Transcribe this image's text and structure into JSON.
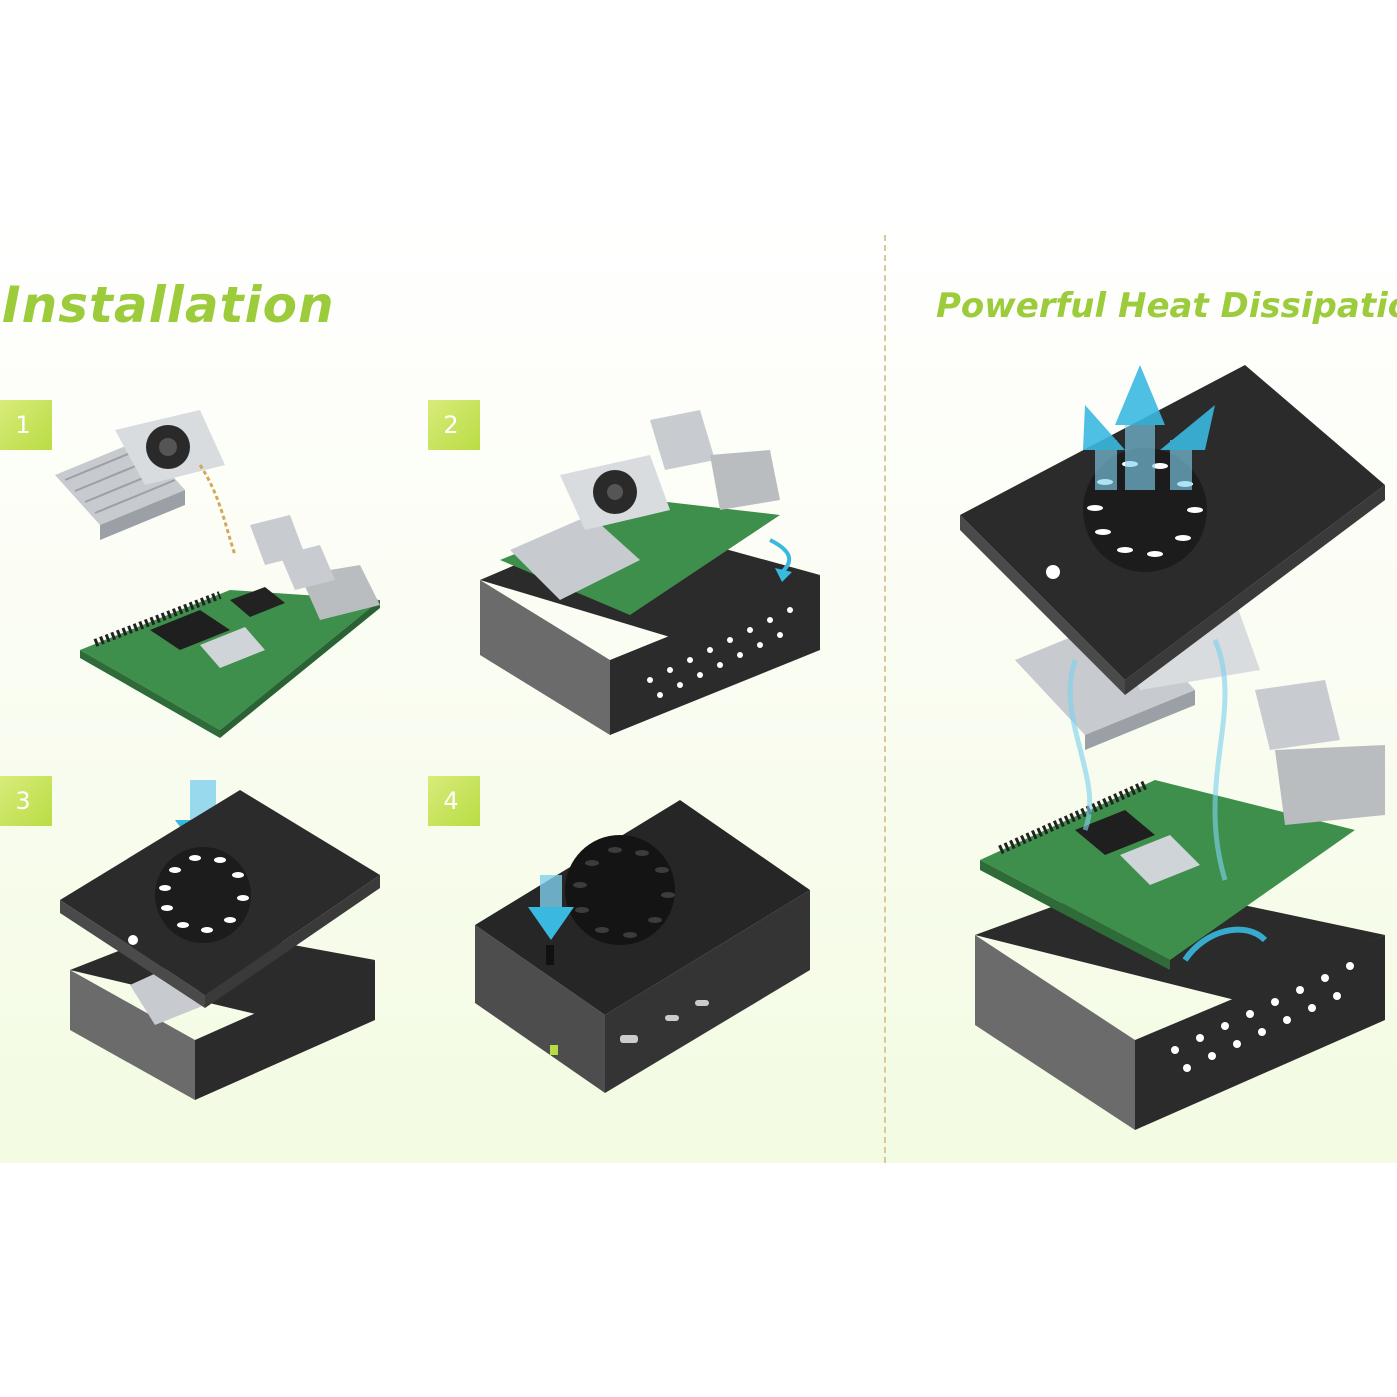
{
  "titles": {
    "installation": "Installation",
    "heat": "Powerful Heat Dissipation"
  },
  "steps": [
    {
      "number": "1"
    },
    {
      "number": "2"
    },
    {
      "number": "3"
    },
    {
      "number": "4"
    }
  ],
  "colors": {
    "accent_green": "#9ccc3c",
    "badge_green": "#b9dc44",
    "case_black": "#2b2b2b",
    "case_grey": "#6b6b6b",
    "pcb_green": "#3f8f4c",
    "airflow_blue": "#39b9e0"
  },
  "icons": [
    "raspberry-pi-board",
    "active-cooler-fan",
    "heatsink",
    "aluminum-case",
    "down-arrow-icon",
    "airflow-arrows-icon"
  ]
}
